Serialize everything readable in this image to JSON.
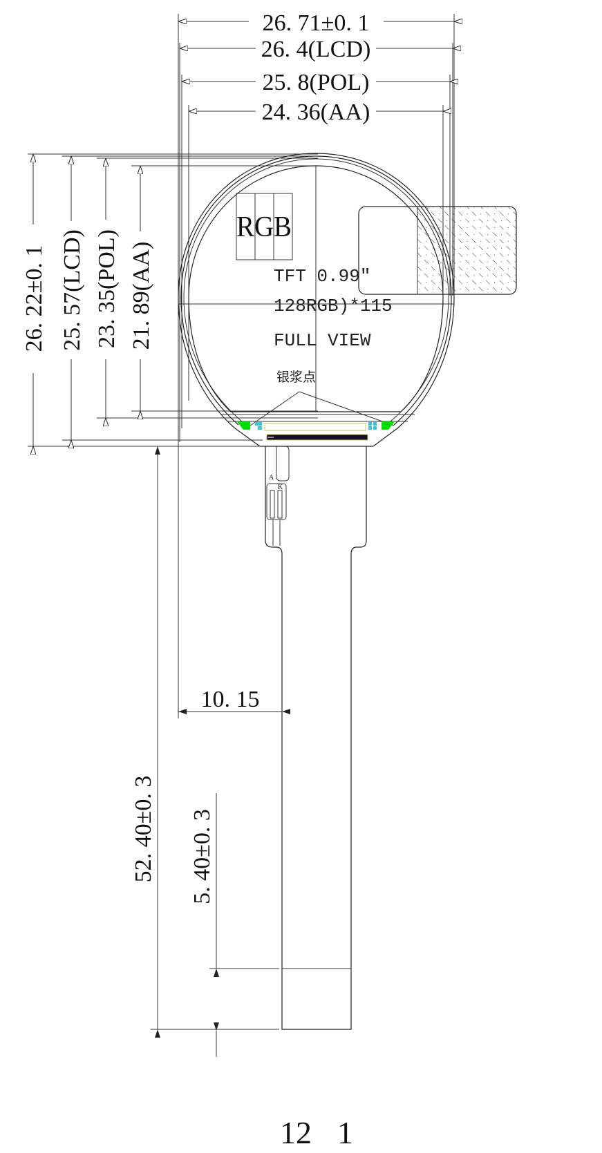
{
  "drawing": {
    "title": "TFT 0.99\" round LCD outline drawing",
    "colors": {
      "line": "#222222",
      "pad_green": "#00e000",
      "label_cyan": "#33c6e0",
      "connector_dark": "#1a0d2a",
      "connector_outline_yellow": "#b5c94a"
    }
  },
  "dimensions": {
    "horizontal": [
      {
        "label": "26.71±0.1",
        "text": "26. 71±0. 1"
      },
      {
        "label": "26.4 (LCD)",
        "text": "26. 4(LCD)"
      },
      {
        "label": "25.8 (POL)",
        "text": "25. 8(POL)"
      },
      {
        "label": "24.36 (AA)",
        "text": "24. 36(AA)"
      }
    ],
    "vertical": [
      {
        "label": "26.22±0.1",
        "text": "26. 22±0. 1"
      },
      {
        "label": "25.57 (LCD)",
        "text": "25. 57(LCD)"
      },
      {
        "label": "23.35 (POL)",
        "text": "23. 35(POL)"
      },
      {
        "label": "21.89 (AA)",
        "text": "21. 89(AA)"
      }
    ],
    "fpc_offset": {
      "label": "10.15",
      "text": "10. 15"
    },
    "fpc_length": {
      "label": "52.40±0.3",
      "text": "52. 40±0. 3"
    },
    "stiffener_length": {
      "label": "5.40±0.3",
      "text": "5. 40±0. 3"
    }
  },
  "display": {
    "rgb_label": "RGB",
    "type_line": "TFT 0.99″",
    "resolution_line": "128RGB)*115",
    "view_line": "FULL VIEW",
    "silver_paste_label": "银浆点"
  },
  "fpc": {
    "pin_left": "12",
    "pin_right": "1",
    "led_anode": "A",
    "led_cathode": "K"
  }
}
